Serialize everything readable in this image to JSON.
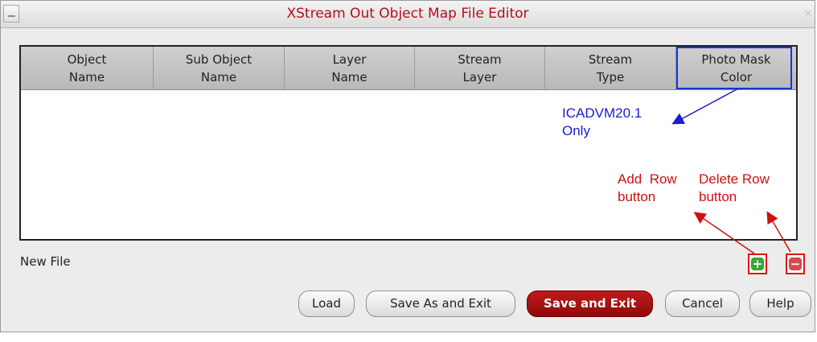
{
  "window": {
    "title": "XStream Out Object Map File Editor"
  },
  "table": {
    "columns": [
      [
        "Object",
        "Name"
      ],
      [
        "Sub Object",
        "Name"
      ],
      [
        "Layer",
        "Name"
      ],
      [
        "Stream",
        "Layer"
      ],
      [
        "Stream",
        "Type"
      ],
      [
        "Photo Mask",
        "Color"
      ]
    ],
    "rows": []
  },
  "annotations": {
    "icadvm_line1": "ICADVM20.1",
    "icadvm_line2": "Only",
    "add_row_line1": "Add  Row",
    "add_row_line2": "button",
    "delete_row_line1": "Delete Row",
    "delete_row_line2": "button"
  },
  "status": {
    "text": "New File"
  },
  "buttons": {
    "add_row_icon": "plus-icon",
    "delete_row_icon": "minus-icon",
    "load": "Load",
    "save_as_exit": "Save As and Exit",
    "save_exit": "Save and Exit",
    "cancel": "Cancel",
    "help": "Help"
  },
  "colors": {
    "title": "#b2101d",
    "annotation_blue": "#1b1bd2",
    "annotation_red": "#d10f0f",
    "add_icon": "#3aa63a",
    "delete_icon": "#d94a4a",
    "primary_button": "#a81212"
  }
}
